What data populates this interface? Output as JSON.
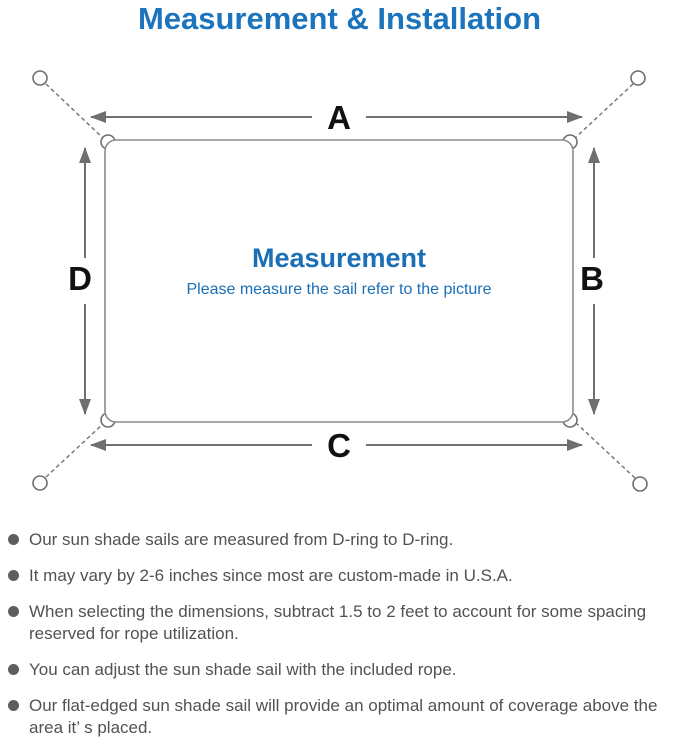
{
  "title": "Measurement & Installation",
  "diagram": {
    "labels": {
      "top": "A",
      "right": "B",
      "bottom": "C",
      "left": "D"
    },
    "center_title": "Measurement",
    "center_subtitle": "Please measure the sail refer to the picture"
  },
  "notes": [
    "Our sun shade sails are measured from D-ring to D-ring.",
    "It may vary by 2-6 inches since most are custom-made in U.S.A.",
    "When selecting the dimensions, subtract 1.5 to 2 feet to account for some spacing reserved for rope utilization.",
    "You can adjust the sun shade sail with the included rope.",
    "Our flat-edged sun shade sail will provide an optimal amount of coverage above the area it’ s placed."
  ],
  "colors": {
    "accent_blue": "#1b74bc",
    "note_text_gray": "#525252",
    "diagram_line_gray": "#767676",
    "label_black": "#111111"
  }
}
